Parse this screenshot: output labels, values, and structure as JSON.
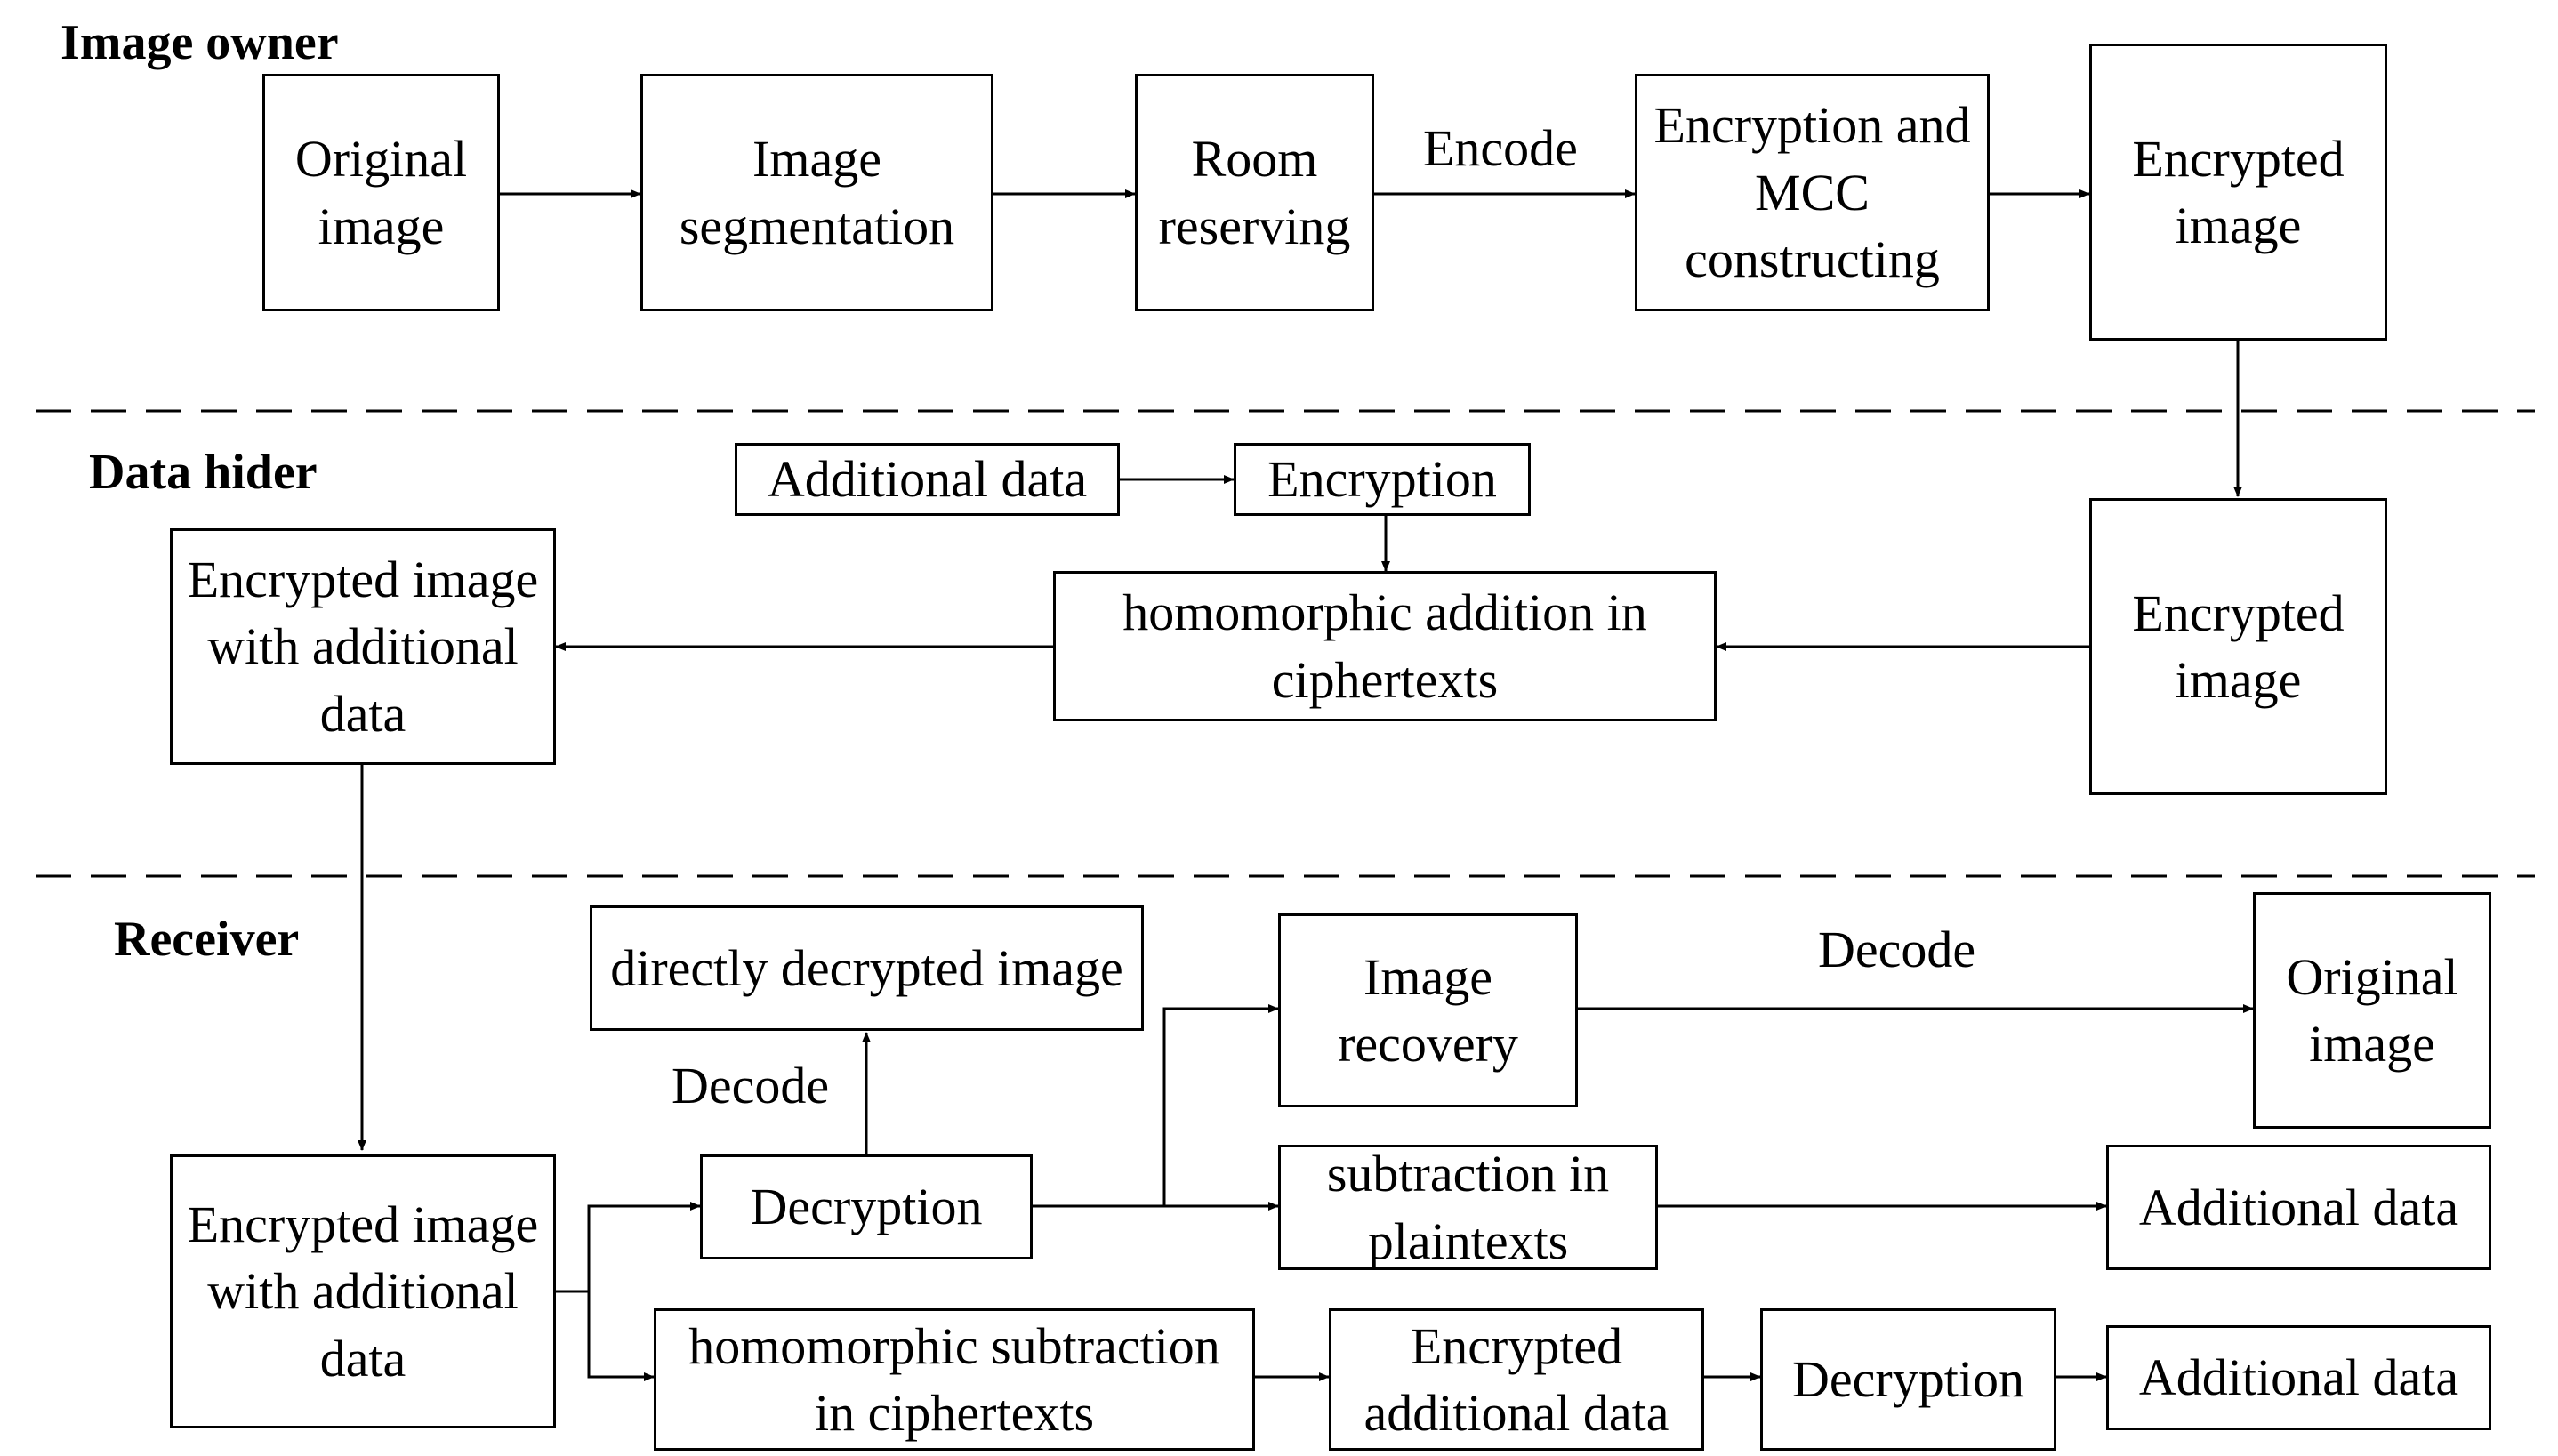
{
  "sections": {
    "owner": "Image owner",
    "hider": "Data hider",
    "receiver": "Receiver"
  },
  "owner": {
    "original_image": "Original image",
    "segmentation": "Image segmentation",
    "room_reserving": "Room reserving",
    "encode_label": "Encode",
    "encryption_mcc": "Encryption and MCC constructing",
    "encrypted_image": "Encrypted image"
  },
  "hider": {
    "additional_data": "Additional data",
    "encryption": "Encryption",
    "homomorphic_addition": "homomorphic addition in ciphertexts",
    "encrypted_image": "Encrypted image",
    "encrypted_with_data": "Encrypted image with additional data"
  },
  "receiver": {
    "encrypted_with_data": "Encrypted image with additional data",
    "directly_decrypted": "directly decrypted image",
    "decode_label_left": "Decode",
    "decryption": "Decryption",
    "image_recovery": "Image recovery",
    "decode_label_right": "Decode",
    "original_image": "Original image",
    "subtraction_plaintexts": "subtraction in plaintexts",
    "additional_data_1": "Additional data",
    "homomorphic_subtraction": "homomorphic subtraction in ciphertexts",
    "encrypted_additional_data": "Encrypted additional data",
    "decryption_2": "Decryption",
    "additional_data_2": "Additional data"
  }
}
